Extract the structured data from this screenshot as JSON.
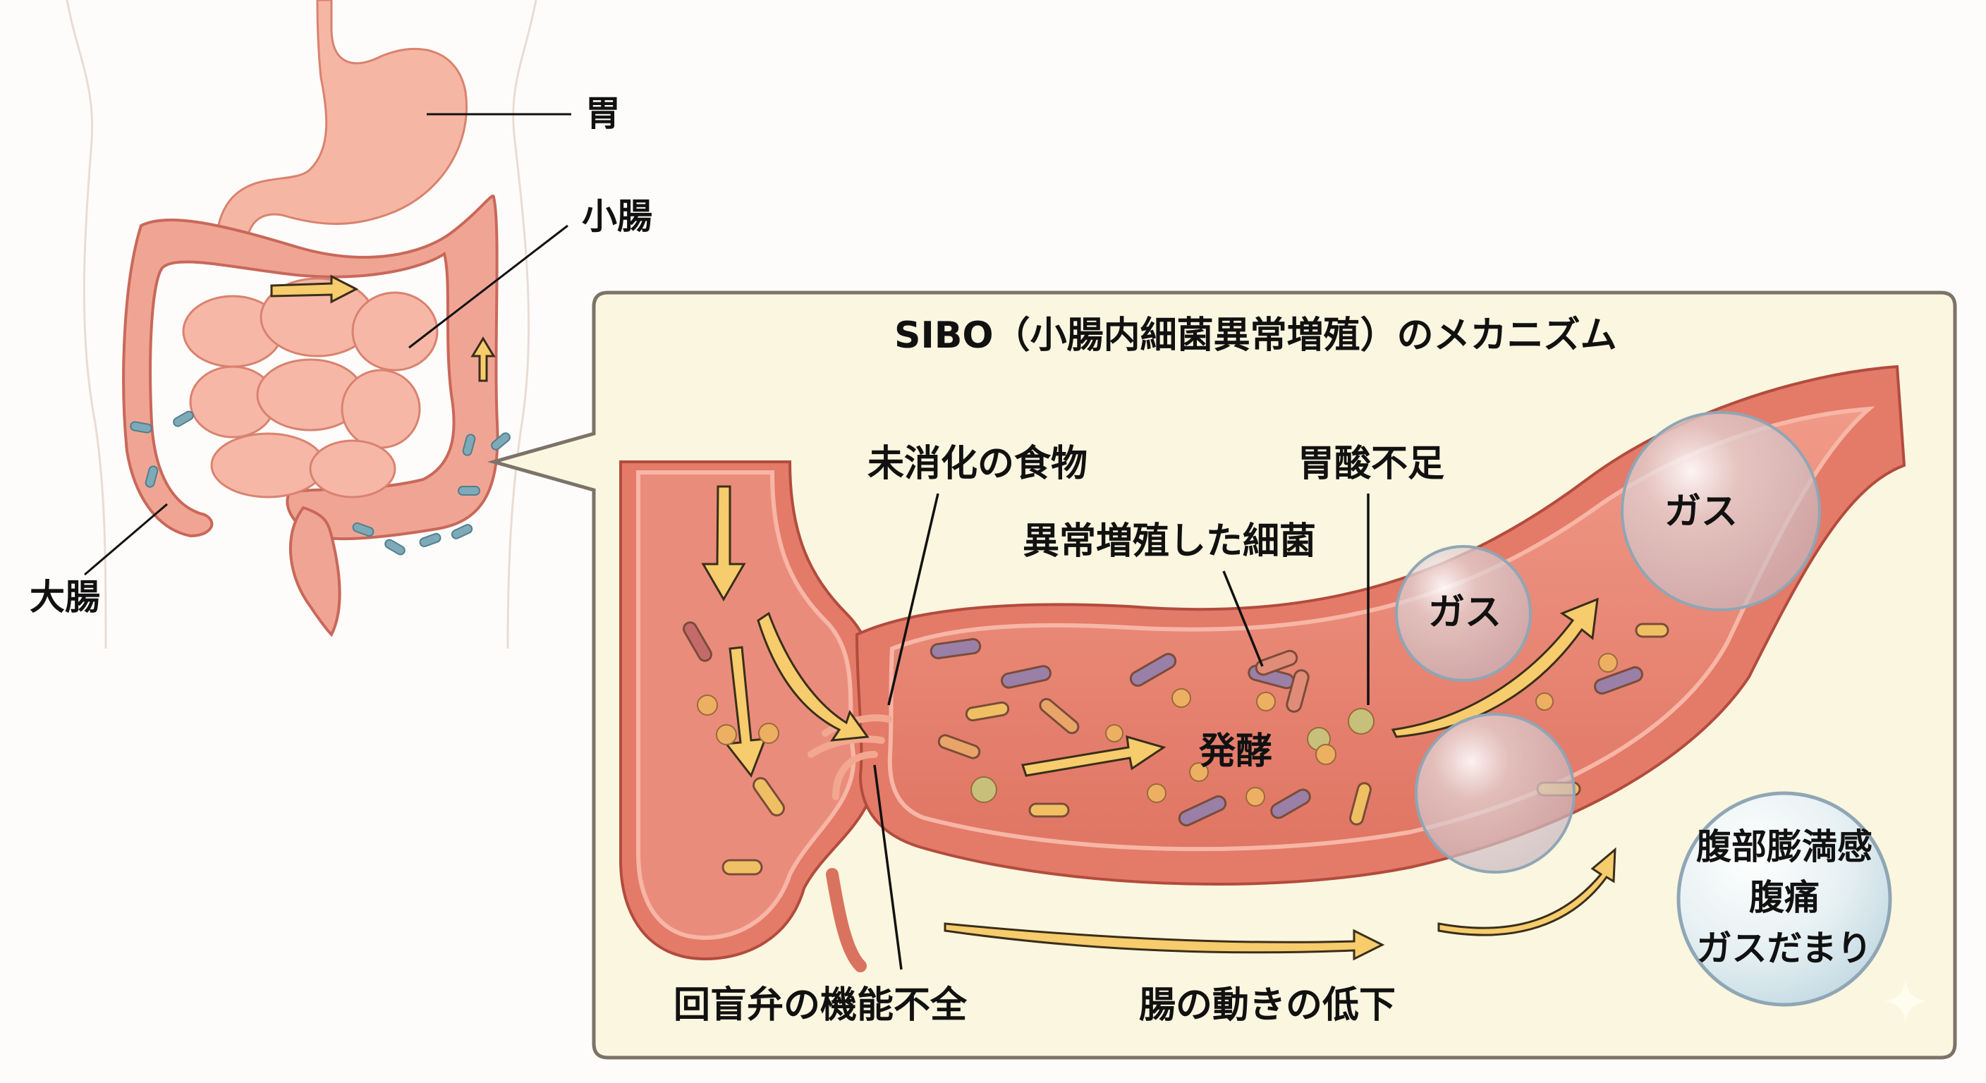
{
  "overview": {
    "labels": {
      "stomach": "胃",
      "small_intestine": "小腸",
      "large_intestine": "大腸"
    }
  },
  "panel": {
    "title": "SIBO（小腸内細菌異常増殖）のメカニズム",
    "labels": {
      "undigested_food": "未消化の食物",
      "low_stomach_acid": "胃酸不足",
      "overgrown_bacteria": "異常増殖した細菌",
      "fermentation": "発酵",
      "ileocecal_valve_dysfunction": "回盲弁の機能不全",
      "reduced_motility": "腸の動きの低下"
    },
    "gas_bubbles": [
      {
        "label": "ガス"
      },
      {
        "label": "ガス"
      },
      {
        "label": ""
      }
    ],
    "symptoms": {
      "lines": [
        "腹部膨満感",
        "腹痛",
        "ガスだまり"
      ]
    }
  },
  "colors": {
    "panel_bg": "#fbf6df",
    "panel_border": "#7c7268",
    "intestine_wall": "#e47a68",
    "intestine_inner": "#e9897a",
    "intestine_outline": "#b24c3e",
    "arrow_fill": "#f6cc6c",
    "bacteria_purple": "#9a7fa6",
    "bacteria_orange": "#e9a468",
    "bacteria_yellow": "#efc063",
    "bubble_blue": "#cfe0ea",
    "organ_skin": "#f3b8a4"
  }
}
